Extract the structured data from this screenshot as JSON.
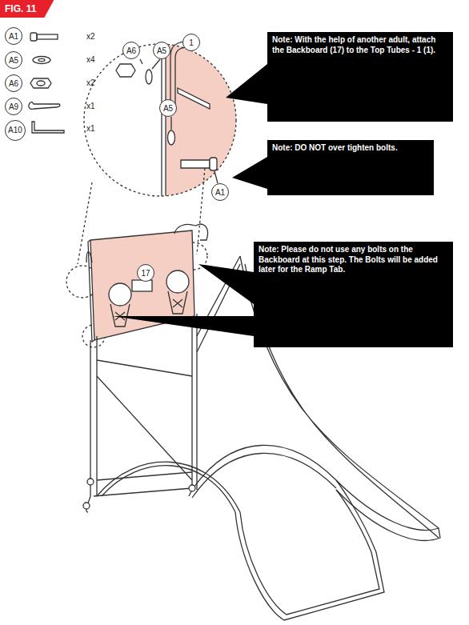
{
  "diagram": {
    "title": "FIG. 11",
    "nodes": [
      {
        "text": [
          "A1"
        ]
      },
      {
        "text": [
          "A5"
        ]
      },
      {
        "text": [
          "A6"
        ]
      },
      {
        "text": [
          "A9"
        ]
      },
      {
        "text": [
          "A10"
        ]
      },
      {
        "text": [
          "Note: With the help of another adult, attach the Backboard (17) to the Top Tubes - 1 (1)."
        ]
      },
      {
        "text": [
          "A6"
        ]
      },
      {
        "text": [
          "A5"
        ]
      },
      {
        "text": [
          "1"
        ]
      },
      {
        "text": [
          "A5"
        ]
      },
      {
        "text": [
          "Note: DO NOT over tighten bolts."
        ]
      },
      {
        "text": [
          "A1"
        ]
      },
      {
        "text": [
          "Note: Please do not use any bolts on the Backboard at this step. The Bolts will be added later for the Ramp Tab."
        ]
      },
      {
        "text": [
          "17"
        ]
      }
    ],
    "labels": [
      "x2",
      "x4",
      "x2",
      "x1",
      "x1"
    ]
  }
}
